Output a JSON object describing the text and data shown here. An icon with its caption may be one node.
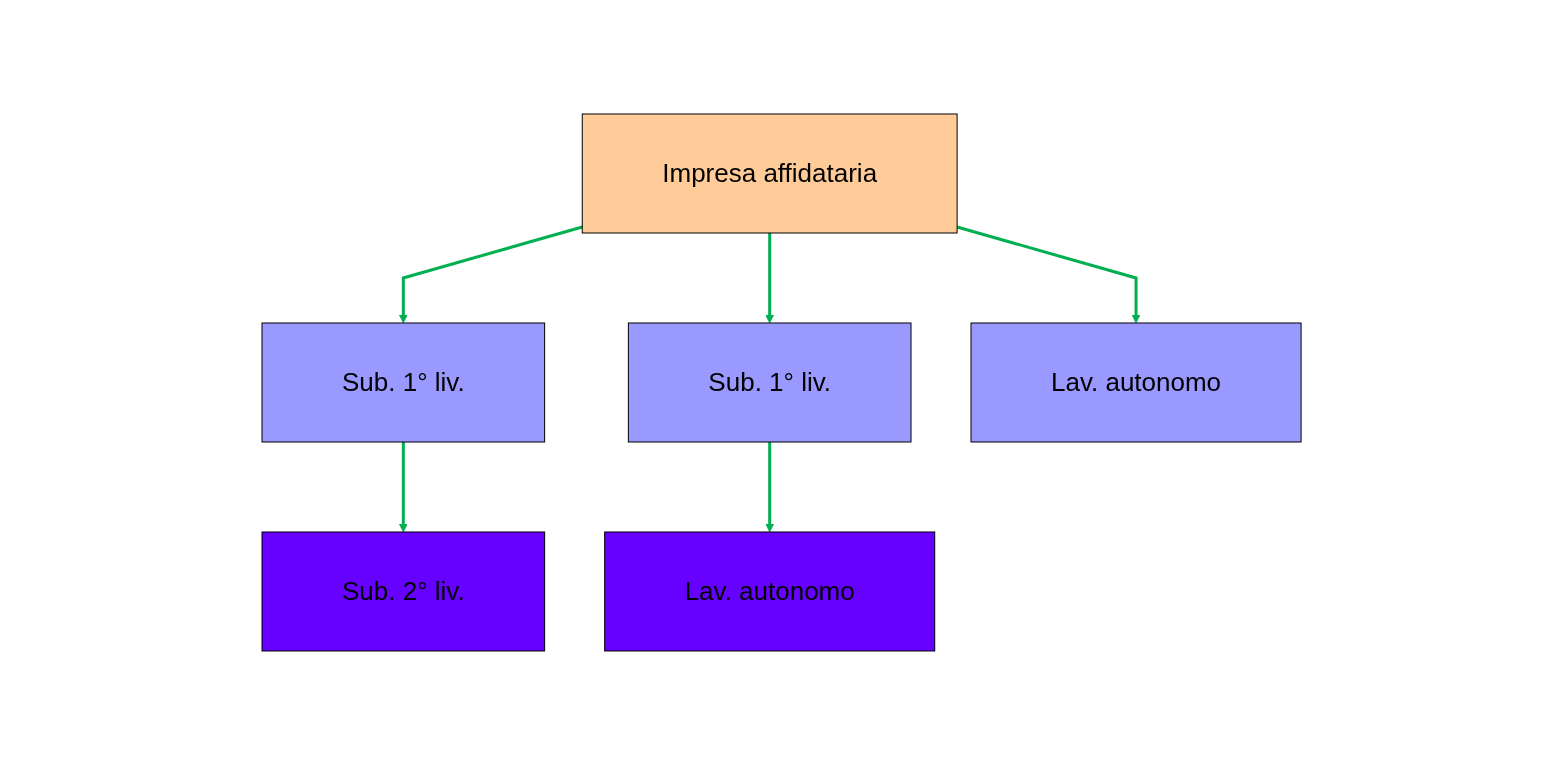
{
  "diagram": {
    "nodes": [
      {
        "text": [
          "Impresa affidataria"
        ]
      },
      {
        "text": [
          "Sub. 1° liv."
        ]
      },
      {
        "text": [
          "Sub. 1° liv."
        ]
      },
      {
        "text": [
          "Lav. autonomo"
        ]
      },
      {
        "text": [
          "Sub. 2° liv."
        ]
      },
      {
        "text": [
          "Lav. autonomo"
        ]
      }
    ],
    "edges": [
      {
        "from": 0,
        "to": 1,
        "arrow": "to",
        "color": "#00b050"
      },
      {
        "from": 0,
        "to": 2,
        "arrow": "to",
        "color": "#00b050"
      },
      {
        "from": 0,
        "to": 3,
        "arrow": "to",
        "color": "#00b050"
      },
      {
        "from": 1,
        "to": 4,
        "arrow": "to",
        "color": "#00b050"
      },
      {
        "from": 2,
        "to": 5,
        "arrow": "to",
        "color": "#00b050"
      }
    ]
  }
}
